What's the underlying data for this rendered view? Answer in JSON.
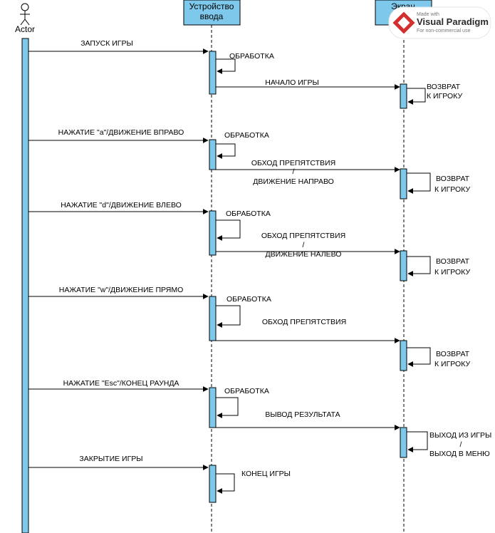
{
  "participants": {
    "actor": "Actor",
    "input": [
      "Устройство",
      "ввода"
    ],
    "screen": "Экран"
  },
  "watermark": {
    "line1": "Made with",
    "brand": "Visual Paradigm",
    "line3": "For non-commercial use"
  },
  "messages": {
    "m1": "ЗАПУСК ИГРЫ",
    "s1": "ОБРАБОТКА",
    "m2": "НАЧАЛО ИГРЫ",
    "r1": [
      "ВОЗВРАТ",
      "К ИГРОКУ"
    ],
    "m3": "НАЖАТИЕ \"a\"/ДВИЖЕНИЕ ВПРАВО",
    "s2": "ОБРАБОТКА",
    "m4": [
      "ОБХОД ПРЕПЯТСТВИЯ",
      "/",
      "ДВИЖЕНИЕ НАПРАВО"
    ],
    "r2": [
      "ВОЗВРАТ",
      "К ИГРОКУ"
    ],
    "m5": "НАЖАТИЕ \"d\"/ДВИЖЕНИЕ ВЛЕВО",
    "s3": "ОБРАБОТКА",
    "m6": [
      "ОБХОД ПРЕПЯТСТВИЯ",
      "/",
      "ДВИЖЕНИЕ НАЛЕВО"
    ],
    "r3": [
      "ВОЗВРАТ",
      "К ИГРОКУ"
    ],
    "m7": "НАЖАТИЕ \"w\"/ДВИЖЕНИЕ ПРЯМО",
    "s4": "ОБРАБОТКА",
    "m8": "ОБХОД ПРЕПЯТСТВИЯ",
    "r4": [
      "ВОЗВРАТ",
      "К ИГРОКУ"
    ],
    "m9": "НАЖАТИЕ \"Esc\"/КОНЕЦ РАУНДА",
    "s5": "ОБРАБОТКА",
    "m10": "ВЫВОД РЕЗУЛЬТАТА",
    "r5": [
      "ВЫХОД ИЗ ИГРЫ",
      "/",
      "ВЫХОД В МЕНЮ"
    ],
    "m11": "ЗАКРЫТИЕ ИГРЫ",
    "s6": "КОНЕЦ ИГРЫ"
  },
  "colors": {
    "activation": "#7ec8eb",
    "header": "#7ec8eb",
    "line": "#000000",
    "watermark_red": "#d32f2f"
  }
}
